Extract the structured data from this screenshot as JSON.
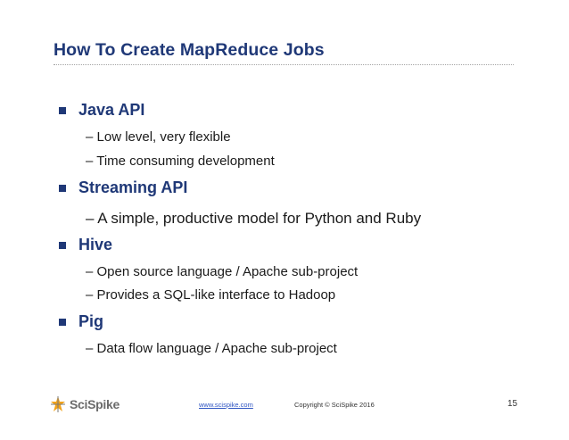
{
  "slide": {
    "title": "How To Create MapReduce Jobs",
    "bullets": [
      {
        "label": "Java API",
        "subs": [
          "– Low level, very flexible",
          "– Time consuming development"
        ]
      },
      {
        "label": "Streaming API",
        "subs": [
          "– A simple, productive model for Python and Ruby"
        ]
      },
      {
        "label": "Hive",
        "subs": [
          "– Open source language / Apache sub-project",
          "– Provides a SQL-like interface to Hadoop"
        ]
      },
      {
        "label": "Pig",
        "subs": [
          "– Data flow language / Apache sub-project"
        ]
      }
    ]
  },
  "footer": {
    "logo_text": "SciSpike",
    "link": "www.scispike.com",
    "copyright": "Copyright © SciSpike 2016",
    "page_number": "15"
  },
  "colors": {
    "title": "#1f3877",
    "bullet": "#1f3877",
    "link": "#2f55c2"
  }
}
